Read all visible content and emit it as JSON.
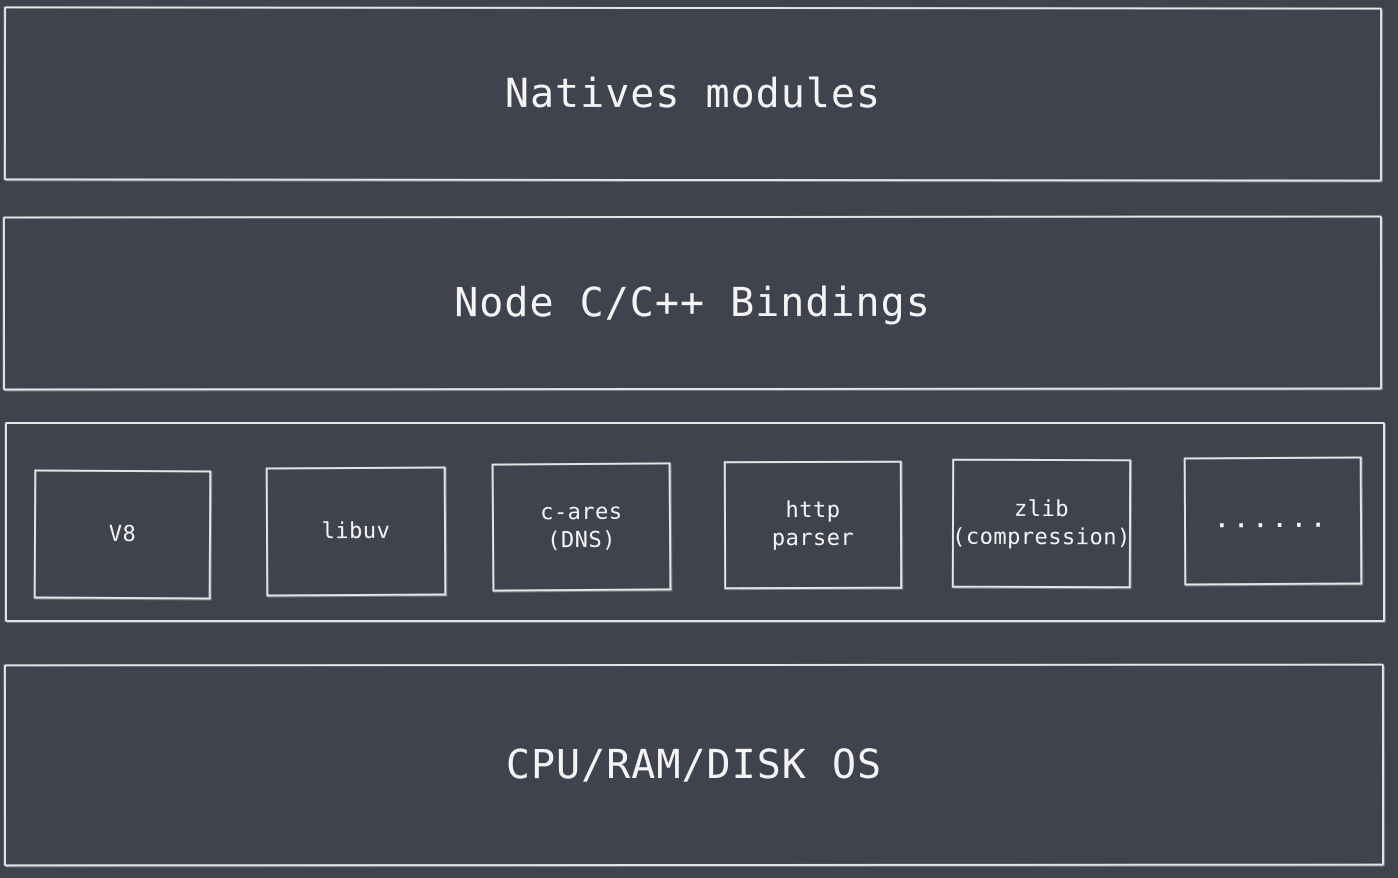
{
  "layers": {
    "natives": "Natives modules",
    "bindings": "Node C/C++ Bindings",
    "os": "CPU/RAM/DISK OS"
  },
  "dependencies": [
    {
      "label": "V8"
    },
    {
      "label": "libuv"
    },
    {
      "label": "c-ares\n(DNS)"
    },
    {
      "label": "http\nparser"
    },
    {
      "label": "zlib\n(compression)"
    },
    {
      "label": "......"
    }
  ],
  "colors": {
    "background": "#40434e",
    "stroke": "#e4e4e4",
    "text": "#f4f4f4"
  }
}
